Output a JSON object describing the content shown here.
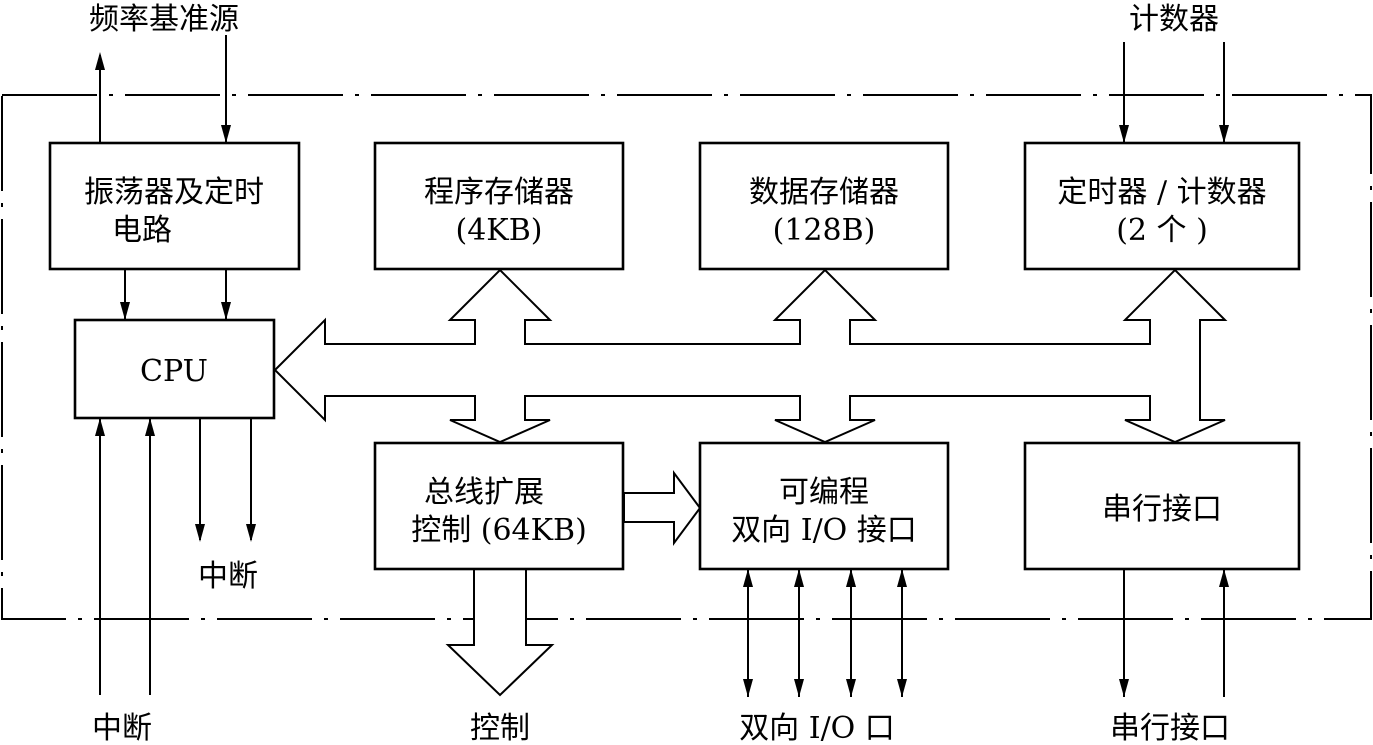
{
  "external": {
    "freq_source": "频率基准源",
    "counter": "计数器",
    "interrupt_out": "中断",
    "interrupt_in": "中断",
    "control": "控制",
    "bidir_io": "双向 I/O 口",
    "serial": "串行接口"
  },
  "blocks": {
    "oscillator": {
      "line1": "振荡器及定时",
      "line2": "电路"
    },
    "program_memory": {
      "line1": "程序存储器",
      "line2": "(4KB)"
    },
    "data_memory": {
      "line1": "数据存储器",
      "line2": "(128B)"
    },
    "timer_counter": {
      "line1": "定时器 / 计数器",
      "line2": "(2 个 )"
    },
    "cpu": {
      "label": "CPU"
    },
    "bus_control": {
      "line1": "总线扩展",
      "line2": "控制 (64KB)"
    },
    "programmable_io": {
      "line1": "可编程",
      "line2": "双向 I/O 接口"
    },
    "serial_interface": {
      "label": "串行接口"
    }
  }
}
